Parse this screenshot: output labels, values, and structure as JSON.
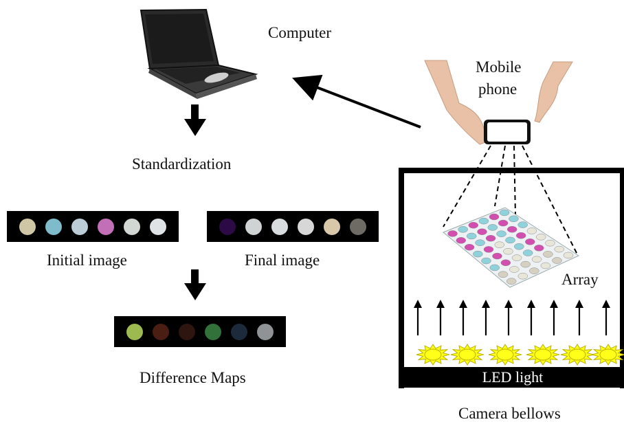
{
  "labels": {
    "computer": "Computer",
    "standardization": "Standardization",
    "initial_image": "Initial image",
    "final_image": "Final image",
    "difference_maps": "Difference Maps",
    "mobile_phone_line1": "Mobile",
    "mobile_phone_line2": "phone",
    "array": "Array",
    "led_light": "LED light",
    "camera_bellows": "Camera bellows"
  },
  "strips": {
    "initial": [
      "#cfc6a6",
      "#7fbccb",
      "#bcccd6",
      "#c26fb8",
      "#d3d7d3",
      "#dfe3e6"
    ],
    "final": [
      "#2b0a45",
      "#cfd3d3",
      "#d8dcde",
      "#d6d7d6",
      "#d8c7a8",
      "#6e6a64"
    ],
    "difference": [
      "#9cba4f",
      "#4a1e12",
      "#2e1510",
      "#33713a",
      "#1c2a3c",
      "#8f9396"
    ]
  },
  "array_wells": {
    "colors": [
      "#d24fb0",
      "#8fd2dc",
      "#e8e6d8",
      "#d6d0c2"
    ]
  },
  "colors": {
    "led_sun": "#ffff1a",
    "led_sun_stroke": "#b9b000",
    "arrow": "#000000"
  }
}
